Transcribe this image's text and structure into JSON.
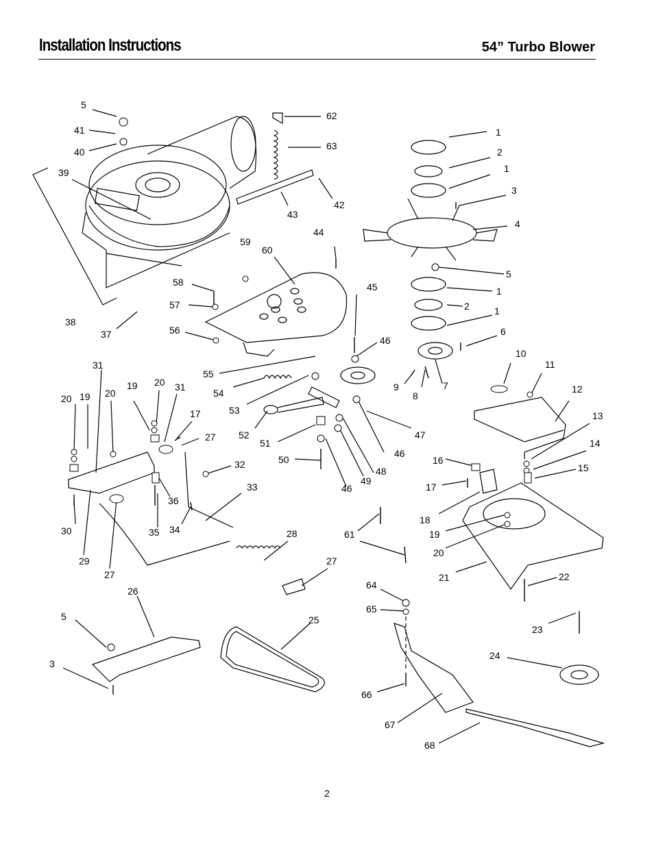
{
  "header": {
    "title": "Installation Instructions",
    "product": "54” Turbo Blower"
  },
  "page_number": "2",
  "callouts": [
    "5",
    "41",
    "40",
    "39",
    "38",
    "37",
    "62",
    "63",
    "43",
    "42",
    "44",
    "59",
    "60",
    "58",
    "57",
    "56",
    "55",
    "54",
    "53",
    "52",
    "51",
    "50",
    "45",
    "46",
    "47",
    "46",
    "48",
    "49",
    "46",
    "1",
    "2",
    "1",
    "3",
    "4",
    "5",
    "1",
    "2",
    "1",
    "6",
    "9",
    "8",
    "7",
    "10",
    "11",
    "12",
    "13",
    "14",
    "15",
    "16",
    "17",
    "18",
    "19",
    "20",
    "21",
    "22",
    "23",
    "24",
    "31",
    "20",
    "19",
    "20",
    "19",
    "20",
    "31",
    "17",
    "27",
    "32",
    "33",
    "36",
    "35",
    "34",
    "30",
    "29",
    "27",
    "28",
    "27",
    "26",
    "25",
    "5",
    "3",
    "61",
    "64",
    "65",
    "66",
    "67",
    "68"
  ]
}
